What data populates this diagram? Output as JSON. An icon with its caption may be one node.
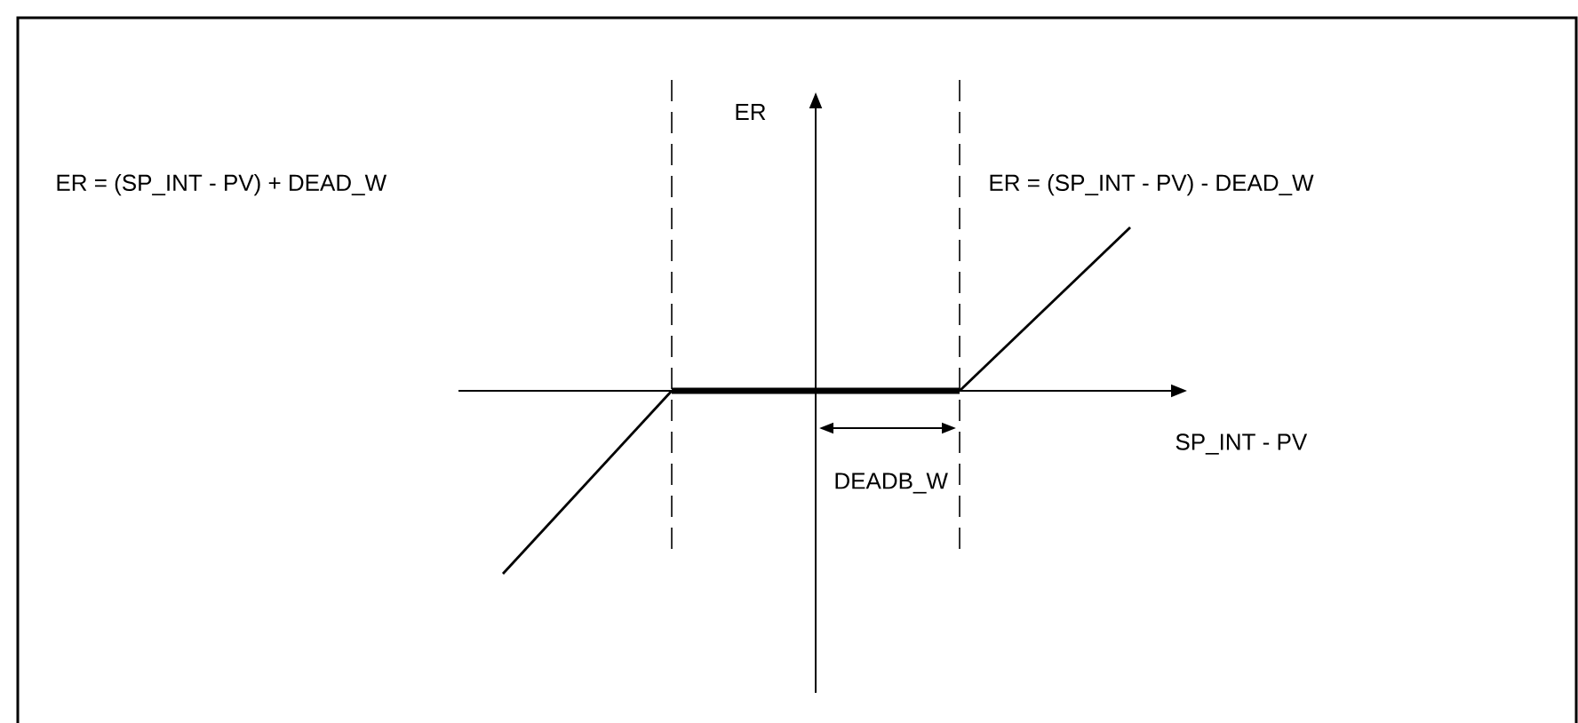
{
  "diagram": {
    "labels": [
      "ER",
      "ER = (SP_INT - PV) + DEAD_W",
      "ER = (SP_INT - PV) - DEAD_W",
      "SP_INT - PV",
      "DEADB_W"
    ]
  }
}
